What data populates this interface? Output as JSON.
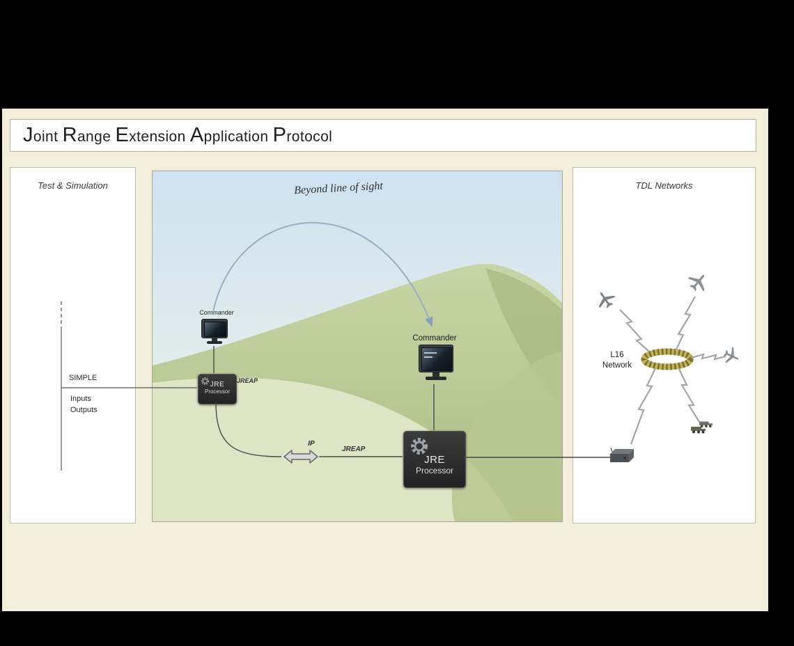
{
  "title": "Joint Range Extension Application Protocol",
  "left_panel": {
    "title": "Test & Simulation",
    "simple": "SIMPLE",
    "inputs": "Inputs",
    "outputs": "Outputs"
  },
  "center": {
    "beyond": "Beyond line of sight",
    "commander_small": "Commander",
    "commander_large": "Commander",
    "jre_small_line1": "JRE",
    "jre_small_line2": "Processor",
    "jre_large_line1": "JRE",
    "jre_large_line2": "Processor",
    "jreap_left": "JREAP",
    "jreap_right": "JREAP",
    "ip": "IP"
  },
  "right_panel": {
    "title": "TDL Networks",
    "hub_line1": "L16",
    "hub_line2": "Network"
  },
  "icons": {
    "hub": "l16-network-ring-icon",
    "aircraft_top_left": "fighter-jet-icon",
    "aircraft_top_right": "airplane-icon",
    "aircraft_right": "jet-icon",
    "vehicles": "trucks-icon",
    "terminal": "radio-terminal-icon",
    "gears": "gear-icon",
    "monitors": "commander-monitor-icon",
    "ip_arrow": "ip-double-arrow-icon",
    "bolts": "lightning-bolt-icon"
  },
  "colors": {
    "background": "#000000",
    "cream": "#f2eedb",
    "panel_white": "#ffffff",
    "panel_border": "#c2beab",
    "box_dark": "#2e2e2e",
    "hub_gold": "#c2b258",
    "sky": "#d4e6f2",
    "hill_green": "#b0c187",
    "line_gray": "#555555",
    "bolt_gray": "#a5a5a5"
  }
}
